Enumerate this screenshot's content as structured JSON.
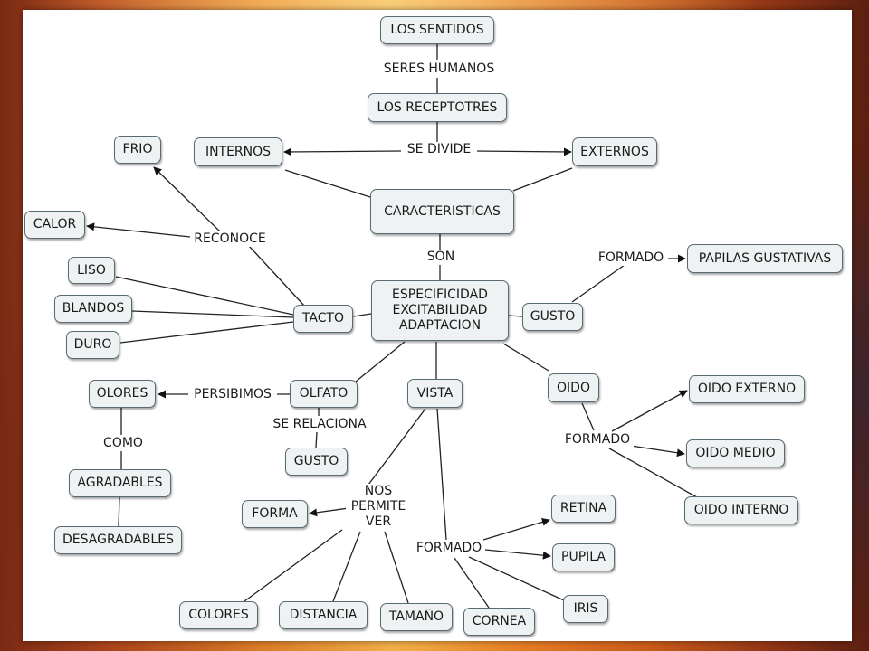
{
  "nodes": {
    "los_sentidos": "LOS SENTIDOS",
    "los_receptores": "LOS RECEPTOTRES",
    "internos": "INTERNOS",
    "externos": "EXTERNOS",
    "caracteristicas": "CARACTERISTICAS",
    "frio": "FRIO",
    "calor": "CALOR",
    "liso": "LISO",
    "blandos": "BLANDOS",
    "duro": "DURO",
    "tacto": "TACTO",
    "especificidad": "ESPECIFICIDAD\nEXCITABILIDAD\nADAPTACION",
    "gusto_sentido": "GUSTO",
    "papilas": "PAPILAS GUSTATIVAS",
    "olores": "OLORES",
    "olfato": "OLFATO",
    "vista": "VISTA",
    "oido": "OIDO",
    "gusto_olfato": "GUSTO",
    "agradables": "AGRADABLES",
    "desagradables": "DESAGRADABLES",
    "oido_externo": "OIDO EXTERNO",
    "oido_medio": "OIDO MEDIO",
    "oido_interno": "OIDO INTERNO",
    "forma": "FORMA",
    "retina": "RETINA",
    "pupila": "PUPILA",
    "iris": "IRIS",
    "colores": "COLORES",
    "distancia": "DISTANCIA",
    "tamano": "TAMAÑO",
    "cornea": "CORNEA"
  },
  "links": {
    "seres_humanos": "SERES HUMANOS",
    "se_divide": "SE DIVIDE",
    "reconoce": "RECONOCE",
    "son": "SON",
    "formado_gusto": "FORMADO",
    "persibimos": "PERSIBIMOS",
    "se_relaciona": "SE RELACIONA",
    "como": "COMO",
    "formado_oido": "FORMADO",
    "nos_permite_ver": "NOS\nPERMITE\nVER",
    "formado_vista": "FORMADO"
  }
}
